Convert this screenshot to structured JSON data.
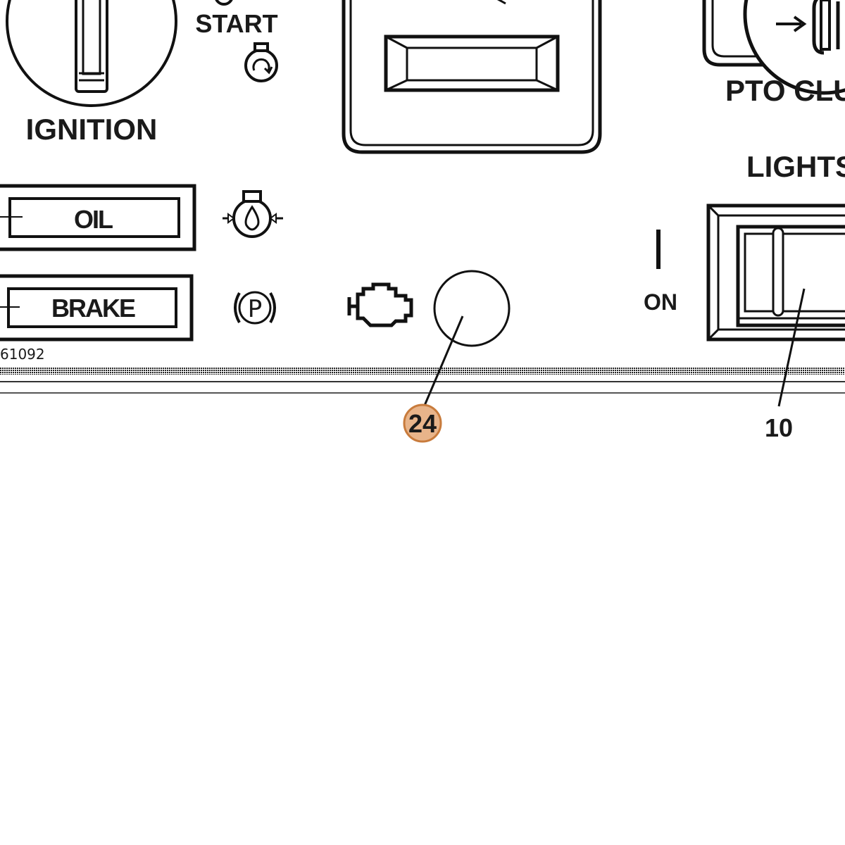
{
  "panel": {
    "ignition_label": "IGNITION",
    "start_label": "START",
    "pto_label": "PTO CLU",
    "lights_label": "LIGHTS",
    "lights_on_label": "ON",
    "oil_label": "OIL",
    "brake_label": "BRAKE",
    "park_symbol": "P",
    "part_number": "61092"
  },
  "callouts": [
    {
      "number": "24",
      "target": "check-engine-indicator",
      "style": "highlighted",
      "color": "#e8b48a",
      "stroke": "#c87b3c"
    },
    {
      "number": "10",
      "target": "lights-rocker-switch",
      "style": "plain"
    }
  ],
  "icons": {
    "start": "engine-start-icon",
    "oil": "oil-pressure-icon",
    "brake": "parking-brake-icon",
    "engine": "check-engine-icon",
    "pto": "pto-clutch-icon",
    "ignition": "ignition-key-icon"
  }
}
